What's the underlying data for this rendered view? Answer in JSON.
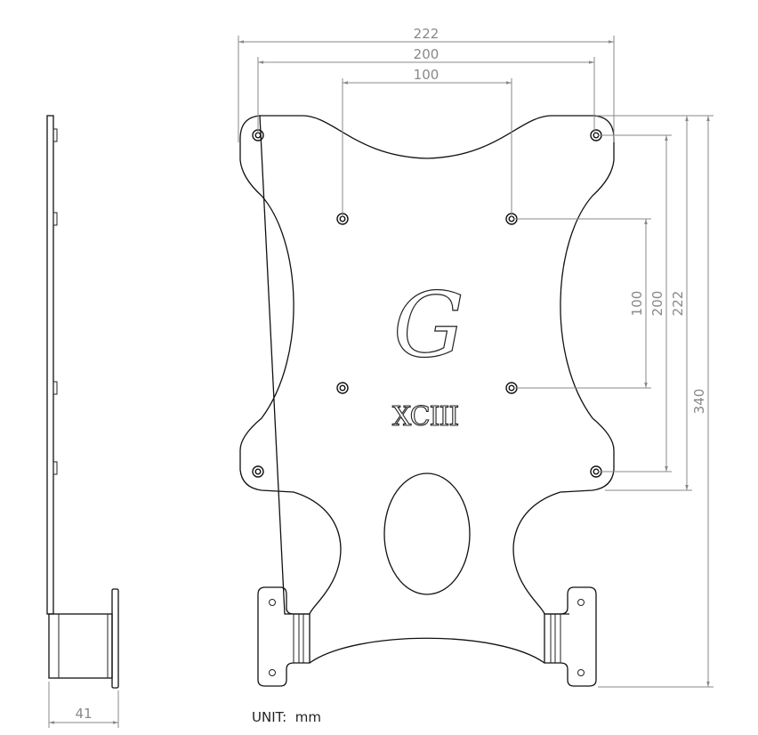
{
  "drawing": {
    "unit_label": "UNIT:  mm",
    "logo_letter": "G",
    "brand_text": "XCIII",
    "dimensions": {
      "width_overall": "222",
      "hole_spacing_outer_h": "200",
      "hole_spacing_inner_h": "100",
      "hole_spacing_inner_v": "100",
      "hole_spacing_outer_v": "200",
      "height_upper": "222",
      "height_overall": "340",
      "depth": "41"
    }
  }
}
